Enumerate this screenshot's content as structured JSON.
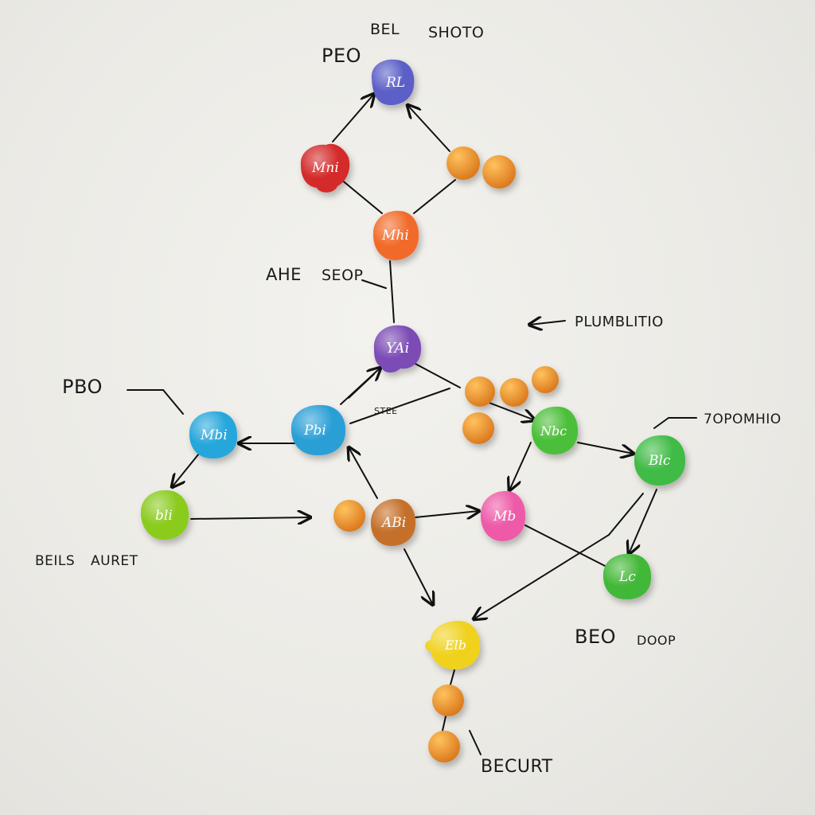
{
  "labels": {
    "top_left": "PEO",
    "top_center": "BEL",
    "top_right": "SHOTO",
    "mid_left_upper": "AHE",
    "mid_left_upper_b": "SEOP",
    "right_upper": "PLUMBLITIO",
    "left": "PBO",
    "right_mid": "7OPOMHIO",
    "left_low_a": "BEILS",
    "left_low_b": "AURET",
    "center_small": "STEE",
    "right_low_a": "BEO",
    "right_low_b": "DOOP",
    "bottom": "BECURT"
  },
  "nodes": {
    "n_top": {
      "text": "RL",
      "color": "#5b5fc7"
    },
    "n_red": {
      "text": "Mni",
      "color": "#d42a2a"
    },
    "n_orange": {
      "text": "Mhi",
      "color": "#f26b2a"
    },
    "n_purple": {
      "text": "YAi",
      "color": "#7b4bb5"
    },
    "n_cyan_l": {
      "text": "Mbi",
      "color": "#27a7dc"
    },
    "n_cyan_c": {
      "text": "Pbi",
      "color": "#2a9fd6"
    },
    "n_lime": {
      "text": "bli",
      "color": "#8acb1f"
    },
    "n_brown": {
      "text": "ABi",
      "color": "#c5702a"
    },
    "n_green_c": {
      "text": "Nbc",
      "color": "#4cbf3a"
    },
    "n_pink": {
      "text": "Mb",
      "color": "#ee5aa8"
    },
    "n_green_r": {
      "text": "Blc",
      "color": "#3fbb45"
    },
    "n_green_b": {
      "text": "Lc",
      "color": "#43b838"
    },
    "n_yellow": {
      "text": "Elb",
      "color": "#f0d21e"
    }
  },
  "colors": {
    "bead": "#e8902a",
    "ink": "#111111"
  }
}
